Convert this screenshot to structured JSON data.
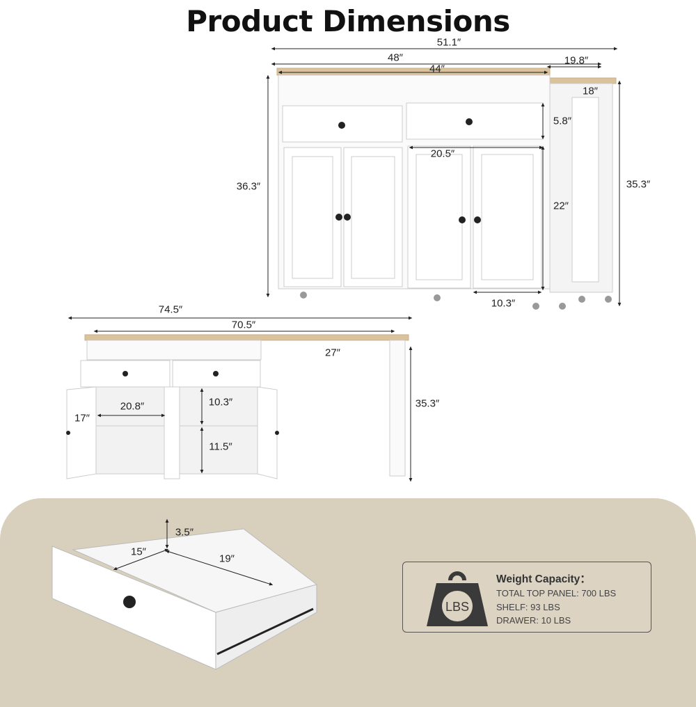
{
  "title": "Product Dimensions",
  "dimensions": {
    "top_total_width": "51.1″",
    "top_body_width": "48″",
    "top_side_depth": "19.8″",
    "top_inner_width": "44″",
    "side_panel_depth": "18″",
    "drawer_height": "5.8″",
    "drawer_width": "20.5″",
    "total_height": "36.3″",
    "side_height": "35.3″",
    "door_height": "22″",
    "door_width": "10.3″",
    "extended_total_width": "74.5″",
    "extended_top_width": "70.5″",
    "extension_width": "27″",
    "extended_height": "35.3″",
    "shelf_width": "20.8″",
    "shelf_depth": "17″",
    "upper_shelf_height": "10.3″",
    "lower_shelf_height": "11.5″",
    "drawer_inner_height": "3.5″",
    "drawer_inner_depth": "15″",
    "drawer_inner_width": "19″"
  },
  "weight": {
    "icon": "weight-lbs-icon",
    "icon_label": "LBS",
    "title": "Weight Capacity：",
    "lines": [
      "TOTAL TOP PANEL: 700 LBS",
      "SHELF: 93 LBS",
      "DRAWER: 10 LBS"
    ]
  },
  "colors": {
    "panel": "#d8cfbc",
    "wood": "#d9c29c",
    "icon": "#3a3a3a"
  }
}
